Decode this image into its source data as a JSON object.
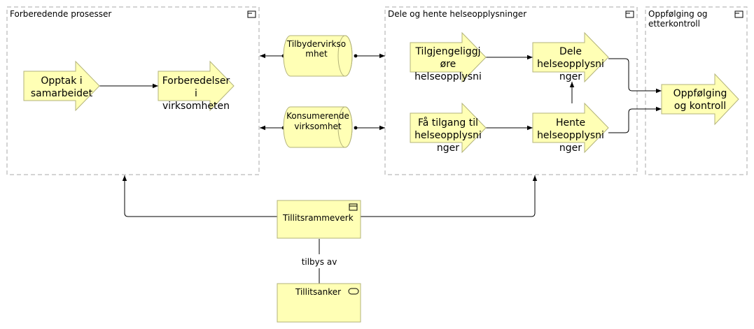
{
  "groups": {
    "forberedende": {
      "title": "Forberedende prosesser"
    },
    "dele": {
      "title": "Dele og hente helseopplysninger"
    },
    "oppfolging": {
      "title_line1": "Oppfølging og",
      "title_line2": "etterkontroll"
    }
  },
  "processes": {
    "opptak": {
      "line1": "Opptak i",
      "line2": "samarbeidet"
    },
    "forberedelser": {
      "line1": "Forberedelser",
      "line2": "i",
      "line3": "virksomheten"
    },
    "tilgjengeliggjore": {
      "line1": "Tilgjengeliggj",
      "line2": "øre",
      "line3": "helseopplysni"
    },
    "dele": {
      "line1": "Dele",
      "line2": "helseopplysni",
      "line3": "nger"
    },
    "faa_tilgang": {
      "line1": "Få tilgang til",
      "line2": "helseopplysni",
      "line3": "nger"
    },
    "hente": {
      "line1": "Hente",
      "line2": "helseopplysni",
      "line3": "nger"
    },
    "oppfolging": {
      "line1": "Oppfølging",
      "line2": "og kontroll"
    }
  },
  "roles": {
    "tilbyder": {
      "line1": "Tilbydervirkso",
      "line2": "mhet"
    },
    "konsument": {
      "line1": "Konsumerende",
      "line2": "virksomhet"
    }
  },
  "objects": {
    "tillitsrammeverk": {
      "label": "Tillitsrammeverk"
    },
    "tillitsanker": {
      "label": "Tillitsanker"
    }
  },
  "relations": {
    "tilbys_av": {
      "label": "tilbys av"
    }
  },
  "colors": {
    "element_fill": "#ffffb5",
    "element_stroke": "#b3b37a",
    "group_stroke": "#aaaaaa",
    "line": "#000000"
  }
}
